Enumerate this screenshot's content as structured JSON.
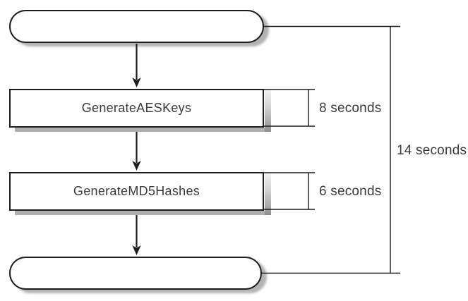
{
  "figure": {
    "type": "flowchart",
    "description": "Sequential execution timing diagram with start and end terminators",
    "background_color": "#ffffff",
    "colors": {
      "line": "#1d1d1d",
      "shadow": "#aeaeae",
      "text": "#3b3b3b"
    },
    "nodes": [
      {
        "id": "start",
        "shape": "pill",
        "label": ""
      },
      {
        "id": "task-generate-aes-keys",
        "shape": "rect",
        "label": "GenerateAESKeys",
        "duration_label": "8 seconds"
      },
      {
        "id": "task-generate-md5-hashes",
        "shape": "rect",
        "label": "GenerateMD5Hashes",
        "duration_label": "6 seconds"
      },
      {
        "id": "end",
        "shape": "pill",
        "label": ""
      }
    ],
    "edges": [
      {
        "from": "start",
        "to": "task-generate-aes-keys"
      },
      {
        "from": "task-generate-aes-keys",
        "to": "task-generate-md5-hashes"
      },
      {
        "from": "task-generate-md5-hashes",
        "to": "end"
      }
    ],
    "total_duration_label": "14 seconds"
  }
}
